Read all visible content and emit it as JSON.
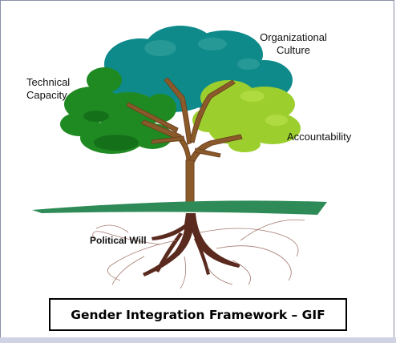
{
  "diagram": {
    "labels": {
      "organizational_culture_line1": "Organizational",
      "organizational_culture_line2": "Culture",
      "technical_capacity_line1": "Technical",
      "technical_capacity_line2": "Capacity",
      "accountability": "Accountability",
      "political_will": "Political Will"
    },
    "caption": "Gender Integration Framework – GIF",
    "colors": {
      "canopy_culture": "#0f8a8a",
      "canopy_technical": "#1f8a22",
      "canopy_accountability": "#9ccf2e",
      "trunk": "#8b5a2b",
      "ground": "#2e8b57",
      "roots": "#5a2a1e"
    }
  }
}
